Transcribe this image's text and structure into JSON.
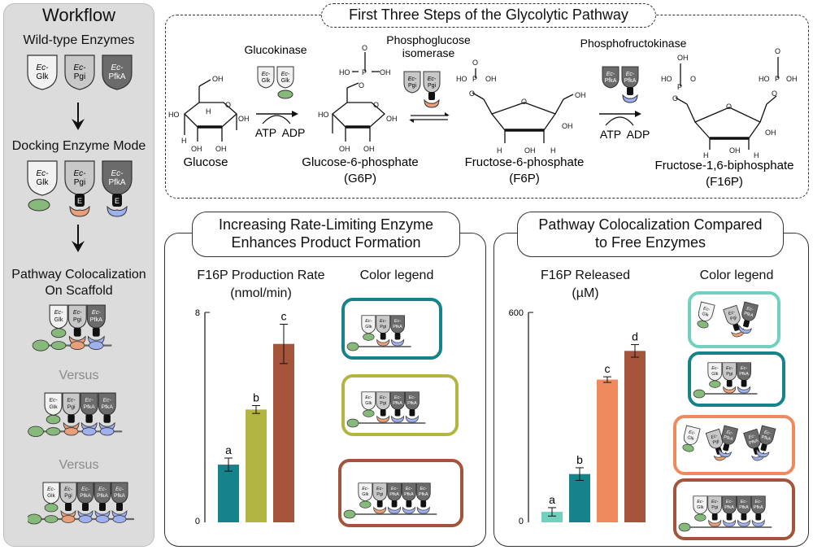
{
  "workflow": {
    "title": "Workflow",
    "wildtype_label": "Wild-type Enzymes",
    "docking_label": "Docking Enzyme Mode",
    "colocalization_label_line1": "Pathway Colocalization",
    "colocalization_label_line2": "On Scaffold",
    "versus_1": "Versus",
    "versus_2": "Versus"
  },
  "enzymes": {
    "ec": "Ec-",
    "glk": "Glk",
    "pgi": "Pgi",
    "pfka": "PfkA",
    "e_tag": "E"
  },
  "colors": {
    "glk_shield": "#f2f2f2",
    "pgi_shield": "#c8c8c8",
    "pfka_shield": "#6b6b6b",
    "green_dock": "#86b97a",
    "orange_dock": "#e9a07a",
    "blue_dock": "#9fb0ee",
    "teal": "#16828a",
    "olive": "#b3b542",
    "rust": "#a4543a",
    "mint": "#72d0bf",
    "salmon": "#ef8a5e"
  },
  "pathway": {
    "title": "First Three Steps of the Glycolytic Pathway",
    "glucokinase": "Glucokinase",
    "pgi_line1": "Phosphoglucose",
    "pgi_line2": "isomerase",
    "pfk": "Phosphofructokinase",
    "atp1": "ATP",
    "adp1": "ADP",
    "atp2": "ATP",
    "adp2": "ADP",
    "glucose": "Glucose",
    "g6p_name": "Glucose-6-phosphate",
    "g6p_abbr": "(G6P)",
    "f6p_name": "Fructose-6-phosphate",
    "f6p_abbr": "(F6P)",
    "f16p_name": "Fructose-1,6-biphosphate",
    "f16p_abbr": "(F16P)",
    "atom_h": "H",
    "atom_oh": "OH",
    "atom_ho": "HO",
    "atom_o": "O",
    "atom_p": "P"
  },
  "panel_rate": {
    "title_line1": "Increasing Rate-Limiting Enzyme",
    "title_line2": "Enhances Product Formation",
    "chart_title_line1": "F16P Production Rate",
    "chart_title_line2": "(nmol/min)",
    "legend_title": "Color legend"
  },
  "panel_coloc": {
    "title_line1": "Pathway Colocalization Compared",
    "title_line2": "to Free Enzymes",
    "chart_title_line1": "F16P Released",
    "chart_title_line2": "(µM)",
    "legend_title": "Color legend"
  },
  "chart_data": [
    {
      "type": "bar",
      "title": "F16P Production Rate (nmol/min)",
      "ylim": [
        0,
        8
      ],
      "yticks": [
        "0",
        "8"
      ],
      "bars": [
        {
          "value": 2.2,
          "err": 0.25,
          "letter": "a",
          "color": "#16828a"
        },
        {
          "value": 4.3,
          "err": 0.15,
          "letter": "b",
          "color": "#b3b542"
        },
        {
          "value": 6.8,
          "err": 0.75,
          "letter": "c",
          "color": "#a4543a"
        }
      ]
    },
    {
      "type": "bar",
      "title": "F16P Released (µM)",
      "ylim": [
        0,
        600
      ],
      "yticks": [
        "0",
        "600"
      ],
      "bars": [
        {
          "value": 30,
          "err": 12,
          "letter": "a",
          "color": "#72d0bf"
        },
        {
          "value": 138,
          "err": 18,
          "letter": "b",
          "color": "#16828a"
        },
        {
          "value": 408,
          "err": 8,
          "letter": "c",
          "color": "#ef8a5e"
        },
        {
          "value": 490,
          "err": 18,
          "letter": "d",
          "color": "#a4543a"
        }
      ]
    }
  ]
}
